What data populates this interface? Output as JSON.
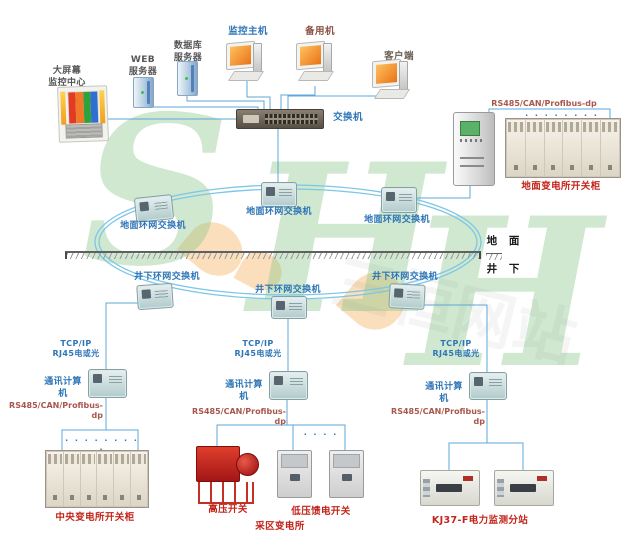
{
  "colors": {
    "label_blue": "#2e75b6",
    "label_red": "#c3241a",
    "label_muted_red": "#a8574c",
    "line_blue": "#5ea7d8",
    "watermark_green": "#8cc88c"
  },
  "watermark": {
    "letters": "SHH",
    "faint_text": "三恒网站"
  },
  "surface": {
    "big_screen_label": "大屏幕\n监控中心",
    "web_server_label": "WEB\n服务器",
    "db_server_label": "数据库\n服务器",
    "monitor_host_label": "监控主机",
    "backup_host_label": "备用机",
    "client_label": "客户端",
    "switch_label": "交换机",
    "substation": {
      "bus_label": "RS485/CAN/Profibus-dp",
      "dots": "· · · · · · · ·",
      "cabinet_label": "地面变电所开关柜"
    }
  },
  "ring": {
    "ground_switches": [
      "地面环网交换机",
      "地面环网交换机",
      "地面环网交换机"
    ],
    "underground_switches": [
      "井下环网交换机",
      "井下环网交换机",
      "井下环网交换机"
    ],
    "surface_side_label": "地 面",
    "underground_side_label": "井 下"
  },
  "branches": {
    "left": {
      "tcp_label": "TCP/IP\nRJ45电或光",
      "comm_label": "通讯计算机",
      "bus_label": "RS485/CAN/Profibus-dp",
      "dots": "· · · · · · · · ·",
      "cabinet_label": "中央变电所开关柜"
    },
    "middle": {
      "tcp_label": "TCP/IP\nRJ45电或光",
      "comm_label": "通讯计算机",
      "bus_label": "RS485/CAN/Profibus-dp",
      "dots": "· · · ·",
      "hv_label": "高压开关",
      "lv_label": "低压馈电开关",
      "station_label": "采区变电所"
    },
    "right": {
      "tcp_label": "TCP/IP\nRJ45电或光",
      "comm_label": "通讯计算机",
      "bus_label": "RS485/CAN/Profibus-dp",
      "station_label": "KJ37-F电力监测分站"
    }
  }
}
